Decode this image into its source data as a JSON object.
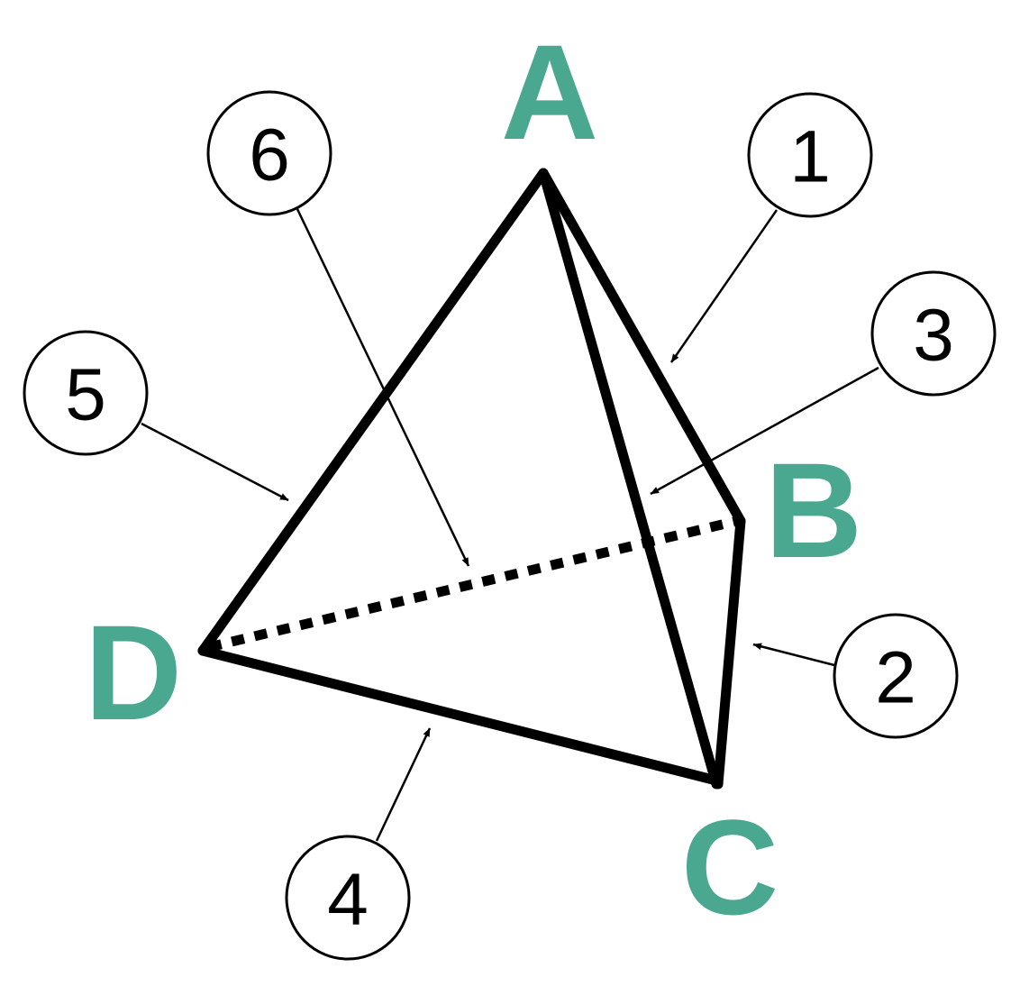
{
  "vertices": {
    "A": "A",
    "B": "B",
    "C": "C",
    "D": "D"
  },
  "callouts": [
    "1",
    "2",
    "3",
    "4",
    "5",
    "6"
  ],
  "colors": {
    "vertex_label": "#4aa891",
    "lines": "#000000"
  }
}
